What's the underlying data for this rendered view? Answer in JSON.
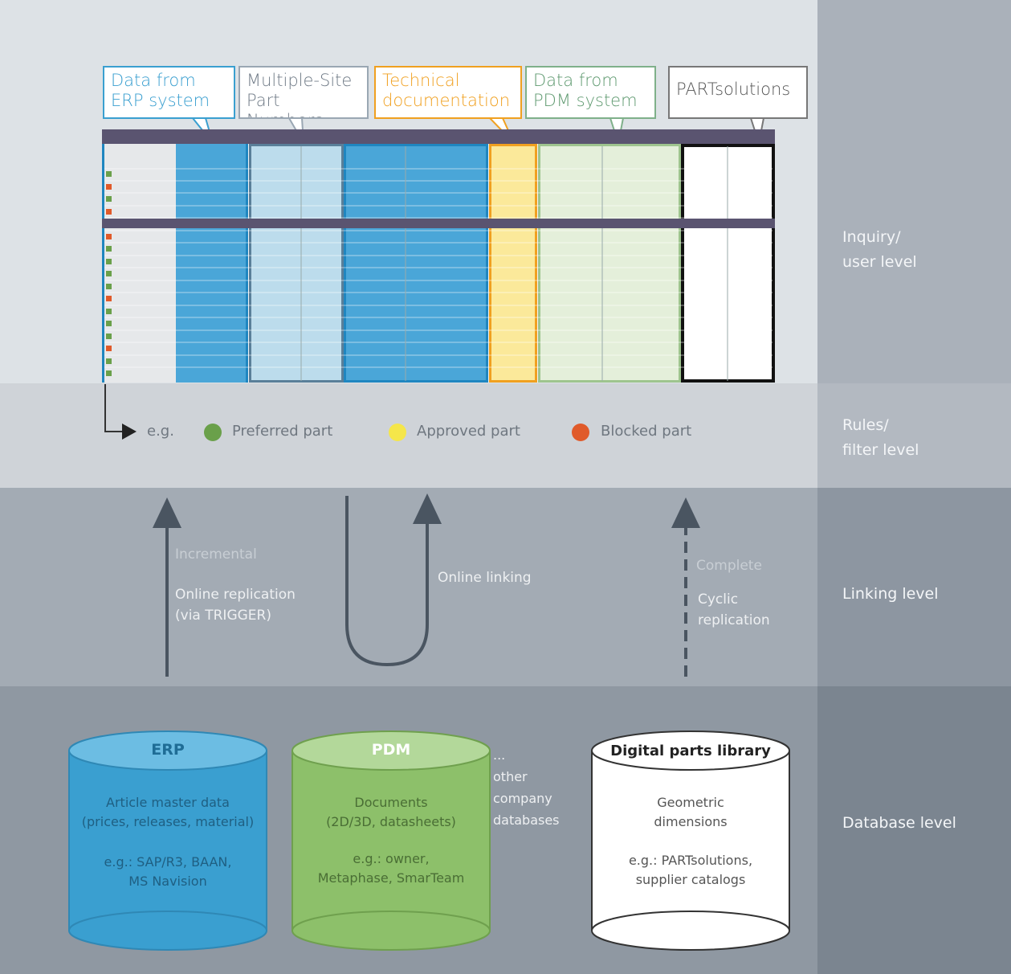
{
  "callouts": {
    "erp": "Data from\nERP system",
    "multisite": "Multiple-Site\nPart Numbers",
    "techdoc": "Technical\ndocumentation",
    "pdm": "Data from\nPDM system",
    "partsolutions": "PARTsolutions"
  },
  "levels": {
    "inquiry": "Inquiry/\nuser level",
    "rules": "Rules/\nfilter level",
    "linking": "Linking level",
    "database": "Database level"
  },
  "legend": {
    "eg": "e.g.",
    "preferred": "Preferred part",
    "approved": "Approved part",
    "blocked": "Blocked part"
  },
  "linking": {
    "left_sub": "Incremental",
    "left_main": "Online replication\n(via TRIGGER)",
    "middle": "Online linking",
    "right_sub": "Complete",
    "right_main": "Cyclic\nreplication"
  },
  "databases": {
    "erp": {
      "title": "ERP",
      "desc": "Article master data\n(prices, releases, material)",
      "example": "e.g.: SAP/R3, BAAN,\nMS Navision"
    },
    "pdm": {
      "title": "PDM",
      "desc": "Documents\n(2D/3D, datasheets)",
      "example": "e.g.: owner,\nMetaphase, SmarTeam"
    },
    "other": "...\nother\ncompany\ndatabases",
    "library": {
      "title": "Digital parts library",
      "desc": "Geometric\ndimensions",
      "example": "e.g.: PARTsolutions,\nsupplier catalogs"
    }
  },
  "colors": {
    "erp_blue": "#3a9fd0",
    "pdm_green": "#8dc06a",
    "techdoc_orange": "#f0a020",
    "preferred": "#6aa04a",
    "approved": "#f5e64a",
    "blocked": "#e05a2a"
  }
}
